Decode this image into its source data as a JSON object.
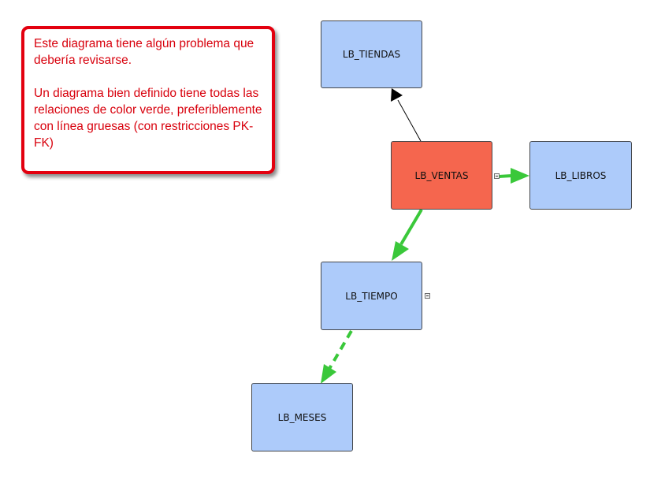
{
  "note": {
    "paragraph1": "Este diagrama tiene algún problema que debería revisarse.",
    "paragraph2": "Un diagrama bien definido tiene todas las relaciones de color verde, preferiblemente con línea gruesas (con restricciones PK-FK)"
  },
  "nodes": {
    "tiendas": "LB_TIENDAS",
    "ventas": "LB_VENTAS",
    "libros": "LB_LIBROS",
    "tiempo": "LB_TIEMPO",
    "meses": "LB_MESES"
  },
  "colors": {
    "note_border": "#e3000f",
    "note_text": "#d8000c",
    "dimension_fill": "#adcbfa",
    "fact_fill": "#f5664e",
    "relation_ok": "#3ac83a",
    "relation_weak": "#000000"
  },
  "relations": [
    {
      "from": "LB_VENTAS",
      "to": "LB_TIENDAS",
      "color": "black",
      "style": "thin"
    },
    {
      "from": "LB_VENTAS",
      "to": "LB_LIBROS",
      "color": "green",
      "style": "thick"
    },
    {
      "from": "LB_VENTAS",
      "to": "LB_TIEMPO",
      "color": "green",
      "style": "thick"
    },
    {
      "from": "LB_TIEMPO",
      "to": "LB_MESES",
      "color": "green",
      "style": "thick-dashed"
    }
  ]
}
